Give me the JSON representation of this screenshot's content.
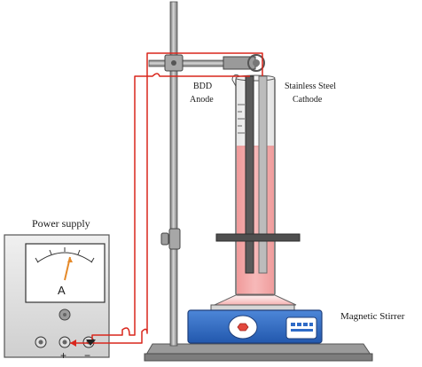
{
  "labels": {
    "power_supply": "Power supply",
    "anode_line1": "BDD",
    "anode_line2": "Anode",
    "cathode_line1": "Stainless Steel",
    "cathode_line2": "Cathode",
    "stirrer": "Magnetic Stirrer",
    "meter_unit": "A",
    "plus": "+",
    "minus": "−"
  },
  "colors": {
    "wire": "#d9261c",
    "electrolyte": "#f4a6a6",
    "stirrer_body": "#2f6bc7",
    "rod": "#8c8c8c",
    "anode": "#5a5a5a",
    "cathode": "#b9b9b9"
  }
}
